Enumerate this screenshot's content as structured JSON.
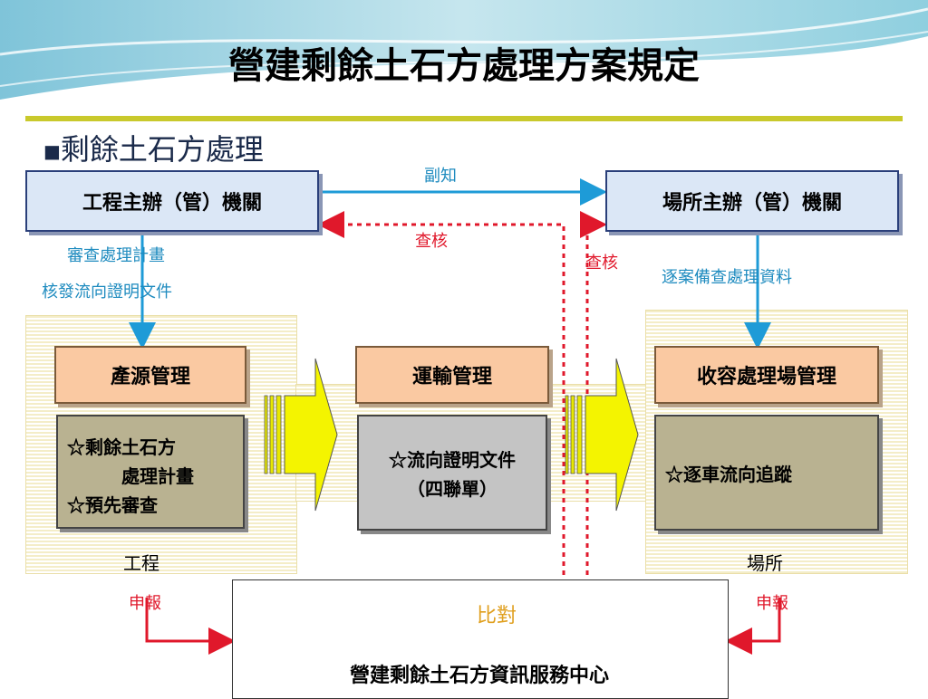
{
  "title": "營建剩餘土石方處理方案規定",
  "subhead": {
    "bullet": "■",
    "text": "剩餘土石方處理"
  },
  "boxes": {
    "eng_authority": "工程主辦（管）機關",
    "site_authority": "場所主辦（管）機關",
    "source_mgmt": "產源管理",
    "transport_mgmt": "運輸管理",
    "site_mgmt": "收容處理場管理",
    "info_center": "營建剩餘土石方資訊服務中心"
  },
  "details": {
    "source": [
      "☆剩餘土石方",
      "處理計畫",
      "☆預先審查"
    ],
    "transport": [
      "☆流向證明文件",
      "（四聯單）"
    ],
    "site": [
      "☆逐車流向追蹤"
    ]
  },
  "labels": {
    "copy_notice": "副知",
    "audit_left": "查核",
    "audit_right": "查核",
    "review_plan": "審查處理計畫",
    "issue_docs": "核發流向證明文件",
    "site_records": "逐案備查處理資料",
    "engineering": "工程",
    "site": "場所",
    "report_left": "申報",
    "report_right": "申報",
    "compare": "比對"
  },
  "colors": {
    "blue_arrow": "#1e9bd7",
    "red_line": "#e0182b",
    "yellow_arrow": "#f4f400",
    "compare_text": "#e0a020"
  }
}
